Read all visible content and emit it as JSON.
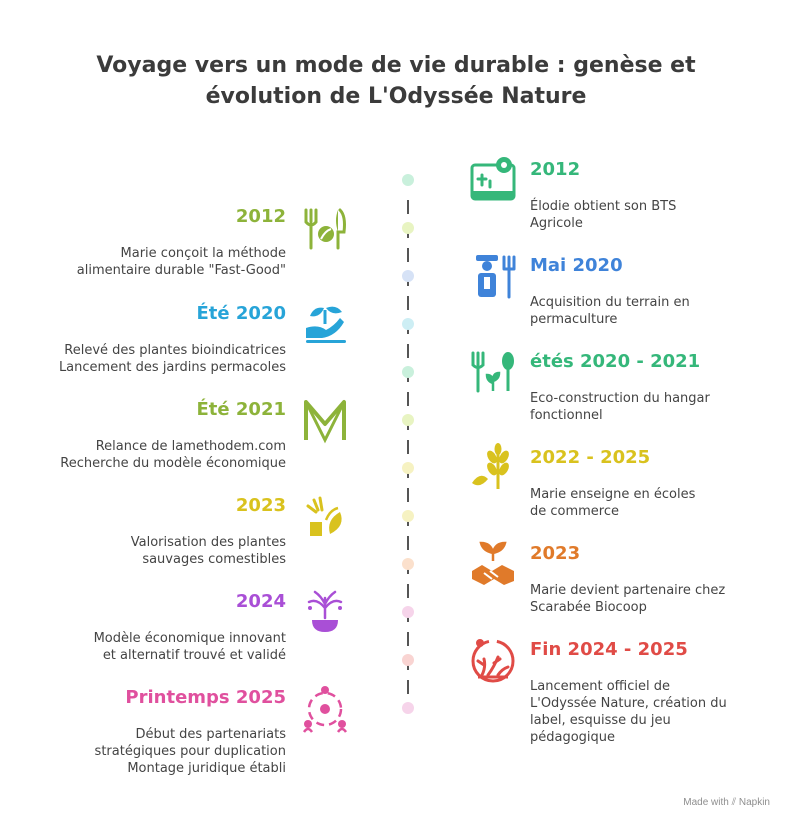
{
  "title": "Voyage vers un mode de vie durable : genèse et évolution de L'Odyssée Nature",
  "left_events": [
    {
      "date": "2012",
      "description": "Marie conçoit la méthode\nalimentaire durable \"Fast-Good\"",
      "color": "#8db33a",
      "icon": "fork-knife-leaf-icon"
    },
    {
      "date": "Été 2020",
      "description": "Relevé des plantes bioindicatrices\nLancement des jardins permacoles",
      "color": "#27a4d8",
      "icon": "hand-sprout-icon"
    },
    {
      "date": "Été 2021",
      "description": "Relance de lamethodem.com\nRecherche du modèle économique",
      "color": "#8db33a",
      "icon": "m-logo-icon"
    },
    {
      "date": "2023",
      "description": "Valorisation des plantes\nsauvages comestibles",
      "color": "#d9c21e",
      "icon": "wild-plants-icon"
    },
    {
      "date": "2024",
      "description": "Modèle économique innovant\net alternatif trouvé et validé",
      "color": "#a94fd6",
      "icon": "fountain-bowl-icon"
    },
    {
      "date": "Printemps 2025",
      "description": "Début des partenariats\nstratégiques pour duplication\nMontage juridique établi",
      "color": "#e0509e",
      "icon": "partners-network-icon"
    }
  ],
  "right_events": [
    {
      "date": "2012",
      "description": "Élodie obtient son BTS\nAgricole",
      "color": "#35b77a",
      "icon": "diploma-map-icon"
    },
    {
      "date": "Mai 2020",
      "description": "Acquisition du terrain en\npermaculture",
      "color": "#3f83d9",
      "icon": "farmer-pitchfork-icon"
    },
    {
      "date": "étés 2020 - 2021",
      "description": "Eco-construction du hangar\nfonctionnel",
      "color": "#35b77a",
      "icon": "utensils-plant-icon"
    },
    {
      "date": "2022 - 2025",
      "description": "Marie enseigne en écoles\nde commerce",
      "color": "#d9c21e",
      "icon": "wheat-icon"
    },
    {
      "date": "2023",
      "description": "Marie devient partenaire chez\nScarabée Biocoop",
      "color": "#e07a2a",
      "icon": "handshake-sprout-icon"
    },
    {
      "date": "Fin 2024 - 2025",
      "description": "Lancement officiel de\nL'Odyssée Nature, création du\nlabel, esquisse du jeu\npédagogique",
      "color": "#e04b46",
      "icon": "coral-circle-icon"
    }
  ],
  "timeline_dot_colors": [
    "#c9f0dc",
    "#e8f4c2",
    "#d6e2f6",
    "#cdeef4",
    "#c9f0dc",
    "#e8f4c2",
    "#f6f2c2",
    "#f6f2c2",
    "#fbe0cc",
    "#f6d4ea",
    "#f9d4d2",
    "#f6d4ea"
  ],
  "footer": {
    "made_with": "Made with",
    "brand": "Napkin"
  }
}
